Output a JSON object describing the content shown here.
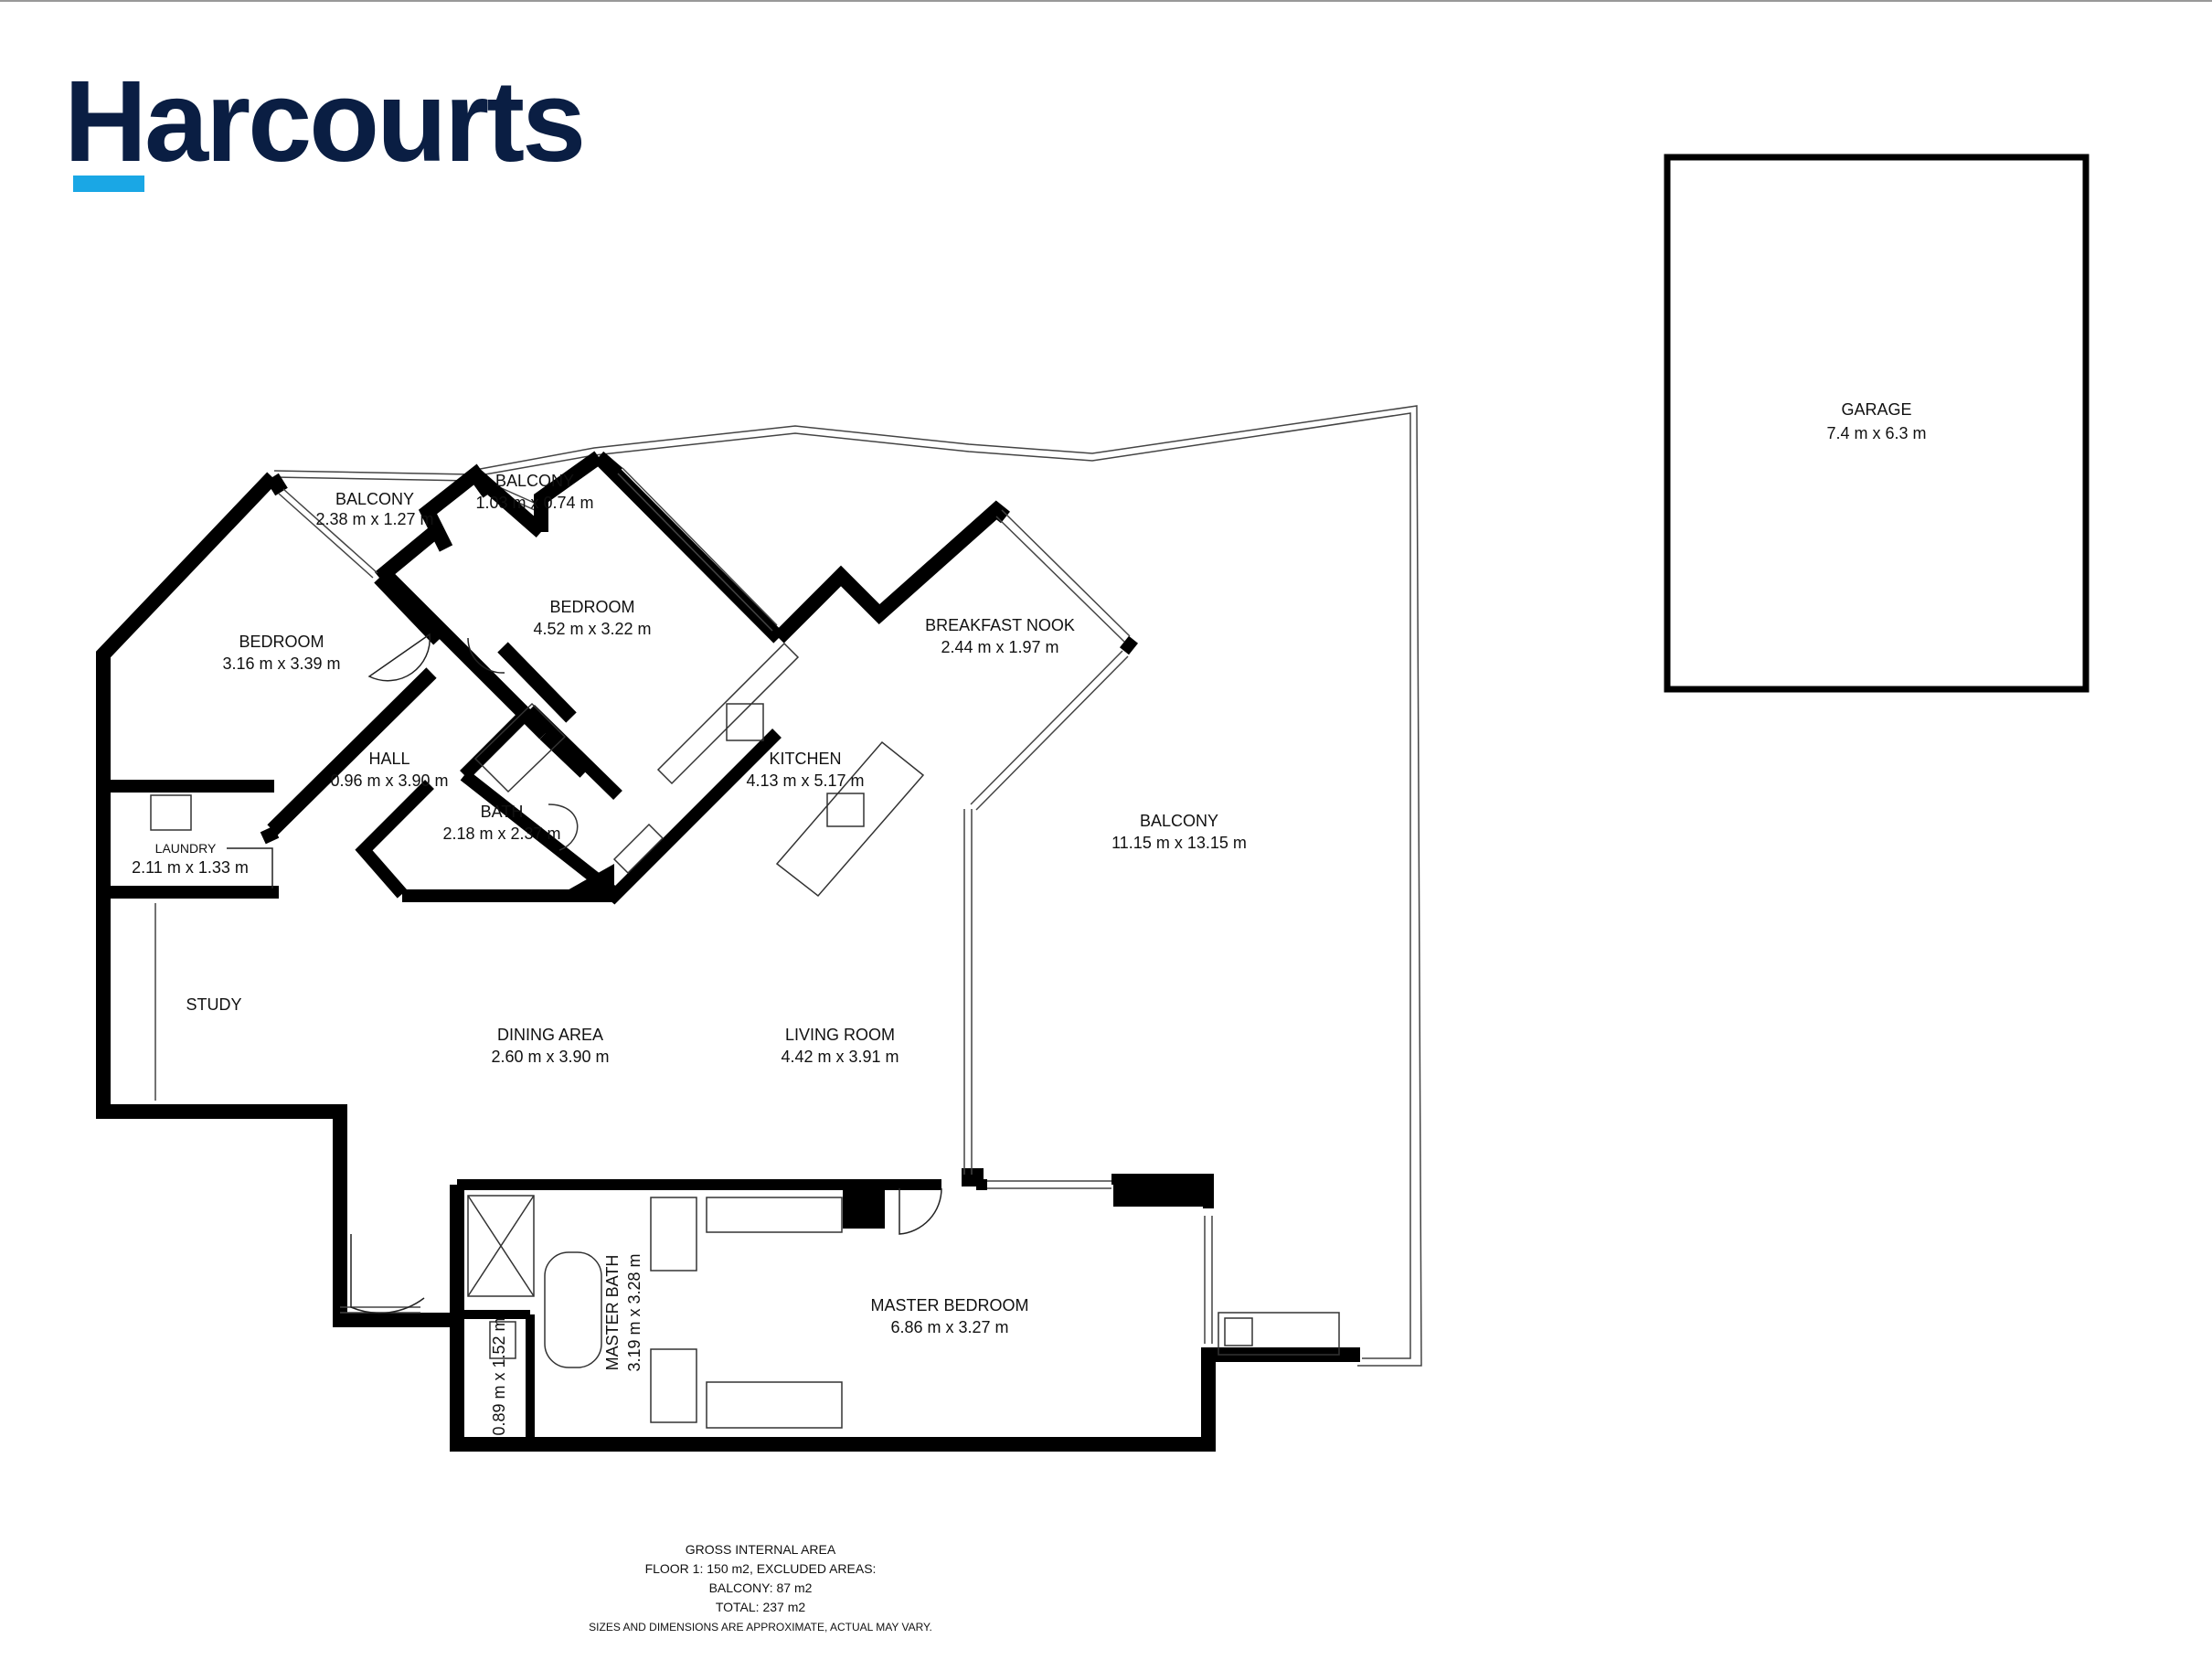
{
  "brand": {
    "logo_text": "Harcourts",
    "logo_color": "#0a1e43",
    "accent_color": "#1aa7e5"
  },
  "rooms": {
    "balcony_west": {
      "name": "BALCONY",
      "dims": "2.38 m x 1.27 m"
    },
    "balcony_mid": {
      "name": "BALCONY",
      "dims": "1.03 m x 0.74 m"
    },
    "bedroom_west": {
      "name": "BEDROOM",
      "dims": "3.16 m x 3.39 m"
    },
    "bedroom_mid": {
      "name": "BEDROOM",
      "dims": "4.52 m x 3.22 m"
    },
    "breakfast_nook": {
      "name": "BREAKFAST NOOK",
      "dims": "2.44 m x 1.97 m"
    },
    "hall": {
      "name": "HALL",
      "dims": "0.96 m x 3.90 m"
    },
    "kitchen": {
      "name": "KITCHEN",
      "dims": "4.13 m x 5.17 m"
    },
    "bath": {
      "name": "BATH",
      "dims": "2.18 m x 2.37 m"
    },
    "laundry": {
      "name": "LAUNDRY",
      "dims": "2.11 m x 1.33 m"
    },
    "study": {
      "name": "STUDY"
    },
    "dining": {
      "name": "DINING AREA",
      "dims": "2.60 m x 3.90 m"
    },
    "living": {
      "name": "LIVING ROOM",
      "dims": "4.42 m x 3.91 m"
    },
    "balcony_main": {
      "name": "BALCONY",
      "dims": "11.15 m x 13.15 m"
    },
    "master_bedroom": {
      "name": "MASTER BEDROOM",
      "dims": "6.86 m x 3.27 m"
    },
    "master_bath": {
      "name": "MASTER BATH",
      "dims": "3.19 m x 3.28 m"
    },
    "wc": {
      "dims": "0.89 m x 1.52 m"
    },
    "garage": {
      "name": "GARAGE",
      "dims": "7.4 m x 6.3 m"
    }
  },
  "footer": {
    "line1": "GROSS INTERNAL AREA",
    "line2": "FLOOR 1:  150 m2, EXCLUDED AREAS:",
    "line3": "BALCONY:  87 m2",
    "line4": "TOTAL:  237 m2",
    "disclaimer": "SIZES AND DIMENSIONS ARE APPROXIMATE, ACTUAL MAY VARY."
  }
}
